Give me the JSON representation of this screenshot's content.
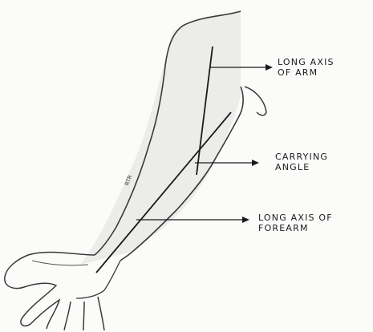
{
  "labels": {
    "arm_axis": {
      "line1": "LONG AXIS",
      "line2": "OF ARM"
    },
    "carrying_angle": {
      "line1": "CARRYING",
      "line2": "ANGLE"
    },
    "forearm_axis": {
      "line1": "LONG AXIS OF",
      "line2": "FOREARM"
    },
    "skin_mark": "RTR"
  },
  "colors": {
    "ink": "#1a1a1a",
    "sketch": "#3a3a3a",
    "shade": "#d9d9d6"
  }
}
